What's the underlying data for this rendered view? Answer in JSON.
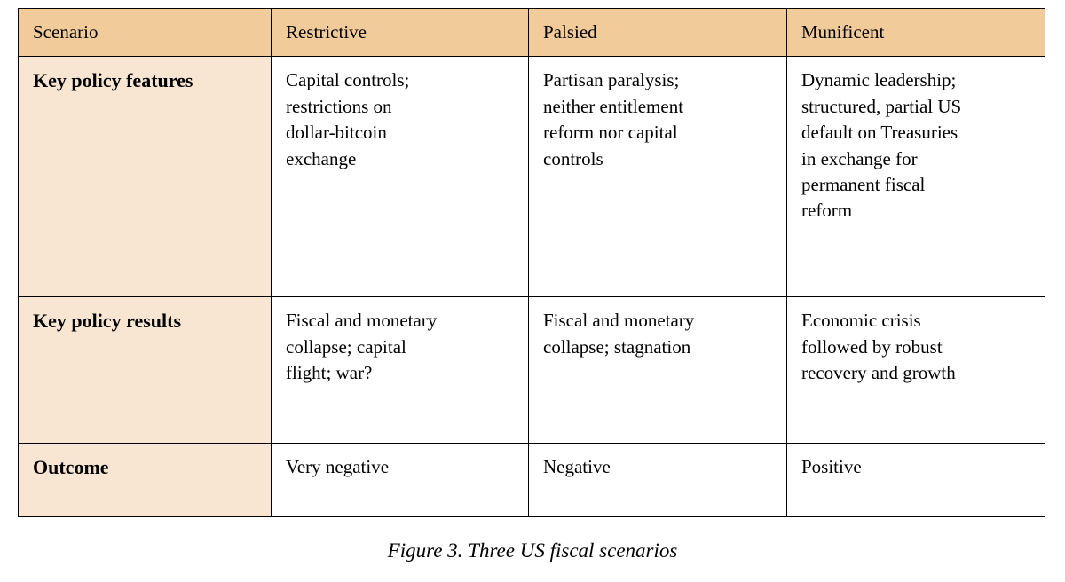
{
  "table": {
    "columns": [
      "Scenario",
      "Restrictive",
      "Palsied",
      "Munificent"
    ],
    "rows": [
      {
        "label": "Key policy features",
        "cells": [
          {
            "text": "Capital controls; restrictions on dollar-bitcoin exchange",
            "lines": [
              "Capital controls;",
              "restrictions on",
              "dollar-bitcoin",
              "exchange"
            ]
          },
          {
            "text": "Partisan paralysis; neither entitlement reform nor capital controls",
            "lines": [
              "Partisan paralysis;",
              "neither entitlement",
              "reform nor capital",
              "controls"
            ]
          },
          {
            "text": "Dynamic leadership; structured, partial US default on Treasuries in exchange for permanent fiscal reform",
            "lines": [
              "Dynamic leadership;",
              "structured, partial US",
              "default on Treasuries",
              "in exchange for",
              "permanent fiscal",
              "reform"
            ]
          }
        ]
      },
      {
        "label": "Key policy results",
        "cells": [
          {
            "text": "Fiscal and monetary collapse; capital flight; war?",
            "lines": [
              "Fiscal and monetary",
              "collapse; capital",
              "flight; war?"
            ]
          },
          {
            "text": "Fiscal and monetary collapse; stagnation",
            "lines": [
              "Fiscal and monetary",
              "collapse; stagnation"
            ]
          },
          {
            "text": "Economic crisis followed by robust recovery and growth",
            "lines": [
              "Economic crisis",
              "followed by robust",
              "recovery and growth"
            ]
          }
        ]
      },
      {
        "label": "Outcome",
        "cells": [
          {
            "text": "Very negative",
            "lines": [
              "Very negative"
            ]
          },
          {
            "text": "Negative",
            "lines": [
              "Negative"
            ]
          },
          {
            "text": "Positive",
            "lines": [
              "Positive"
            ]
          }
        ]
      }
    ]
  },
  "caption": "Figure 3. Three US fiscal scenarios",
  "colors": {
    "header_fill": "#F2CB9B",
    "label_column_fill": "#F8E6D2",
    "body_fill": "#FFFFFF",
    "border": "#000000",
    "text": "#000000"
  }
}
